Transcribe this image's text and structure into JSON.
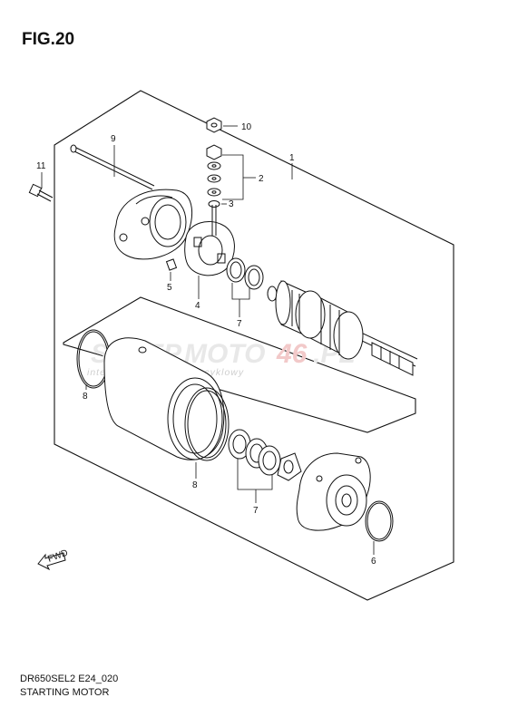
{
  "figure": {
    "title": "FIG.20",
    "code": "DR650SEL2 E24_020",
    "name": "STARTING MOTOR"
  },
  "callouts": [
    "10",
    "1",
    "2",
    "3",
    "9",
    "11",
    "5",
    "4",
    "7",
    "7",
    "8",
    "8",
    "6"
  ],
  "watermark": {
    "brand_left": "SKLEP",
    "brand_mid": "MOTO",
    "brand_num": "46",
    "brand_tld": ".PL",
    "tagline": "internetowy sklep motocyklowy"
  },
  "fwd_label": "FWD"
}
